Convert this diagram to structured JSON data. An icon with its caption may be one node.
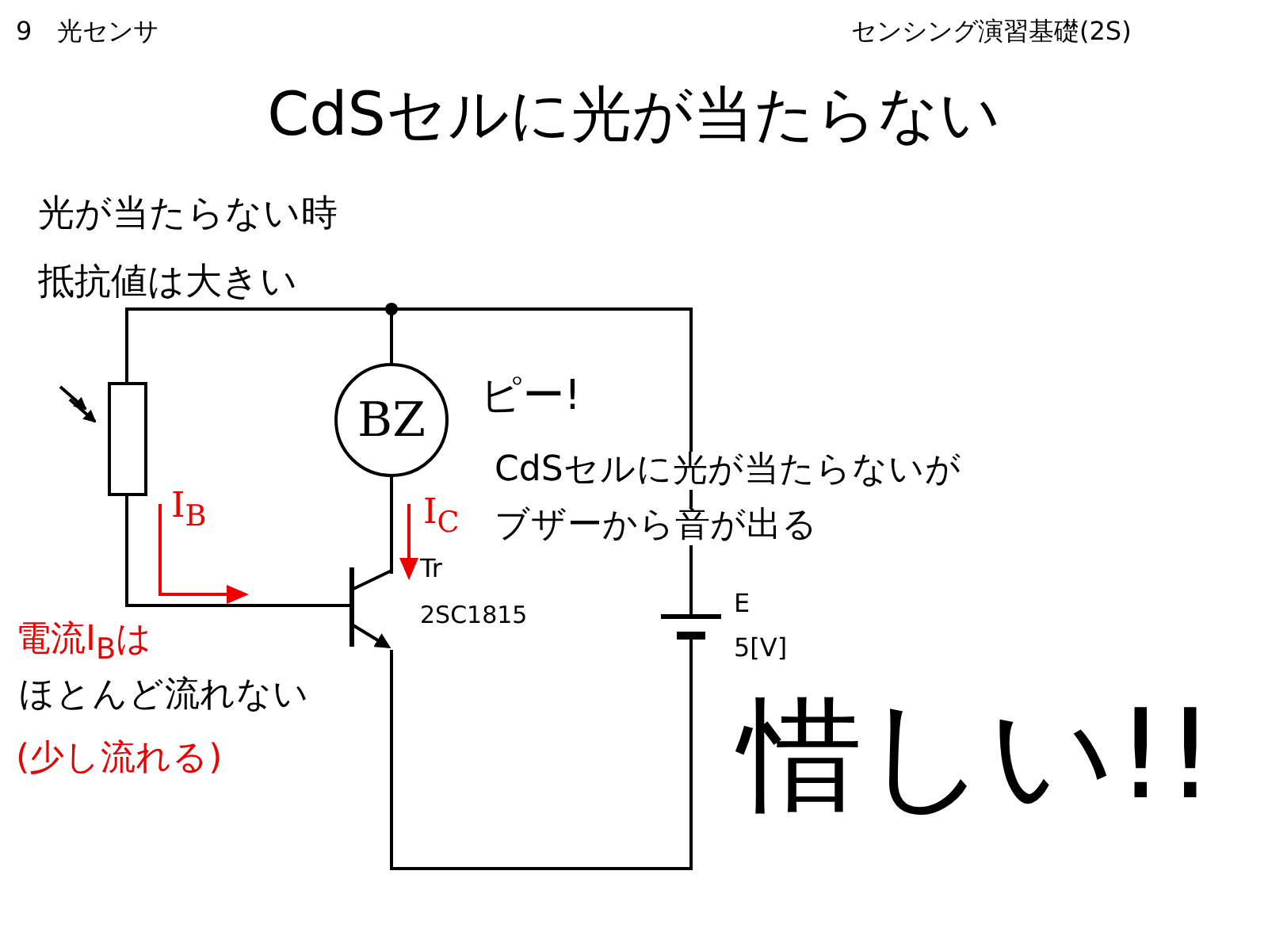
{
  "diagram": {
    "title": "CdSセルに光が当たらない",
    "nodes": [
      {
        "text": [
          "BZ"
        ]
      }
    ],
    "edges": [],
    "labels": [
      "9　光センサ",
      "センシング演習基礎(2S)",
      "光が当たらない時",
      "抵抗値は大きい",
      "ピー!",
      "CdSセルに光が当たらないが",
      "ブザーから音が出る",
      "I$_{B}$",
      "I$_{C}$",
      "Tr",
      "2SC1815",
      "E",
      "5[V]",
      "電流I$_{B}$は",
      "ほとんど流れない",
      "(少し流れる)",
      "惜しい!!"
    ]
  }
}
